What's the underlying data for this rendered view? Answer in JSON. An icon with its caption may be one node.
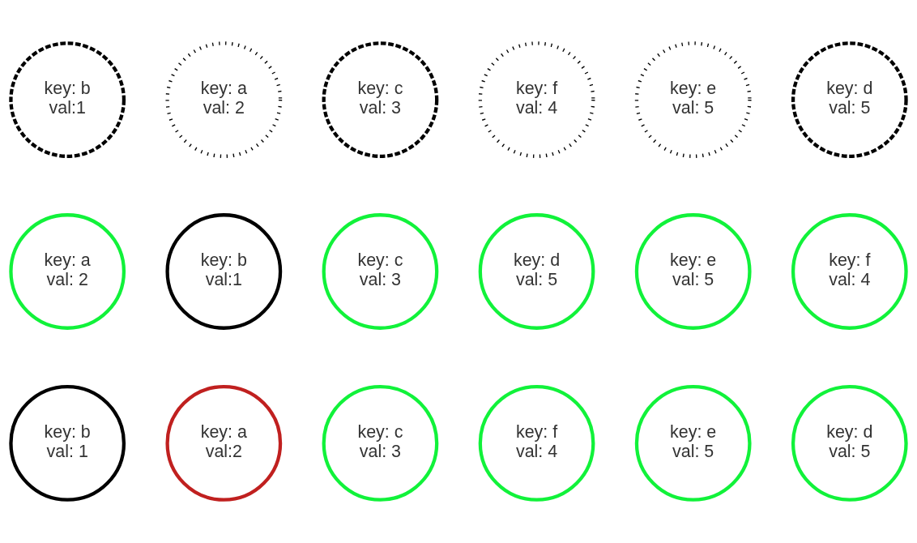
{
  "diagram": {
    "nodes": [
      {
        "text": [
          "key: b",
          "val:1"
        ]
      },
      {
        "text": [
          "key: a",
          "val: 2"
        ]
      },
      {
        "text": [
          "key: c",
          "val: 3"
        ]
      },
      {
        "text": [
          "key: f",
          "val: 4"
        ]
      },
      {
        "text": [
          "key: e",
          "val: 5"
        ]
      },
      {
        "text": [
          "key: d",
          "val: 5"
        ]
      },
      {
        "text": [
          "key: a",
          "val: 2"
        ]
      },
      {
        "text": [
          "key: b",
          "val:1"
        ]
      },
      {
        "text": [
          "key: c",
          "val: 3"
        ]
      },
      {
        "text": [
          "key: d",
          "val: 5"
        ]
      },
      {
        "text": [
          "key: e",
          "val: 5"
        ]
      },
      {
        "text": [
          "key: f",
          "val: 4"
        ]
      },
      {
        "text": [
          "key: b",
          "val: 1"
        ]
      },
      {
        "text": [
          "key: a",
          "val:2"
        ]
      },
      {
        "text": [
          "key: c",
          "val: 3"
        ]
      },
      {
        "text": [
          "key: f",
          "val: 4"
        ]
      },
      {
        "text": [
          "key: e",
          "val: 5"
        ]
      },
      {
        "text": [
          "key: d",
          "val: 5"
        ]
      }
    ]
  }
}
